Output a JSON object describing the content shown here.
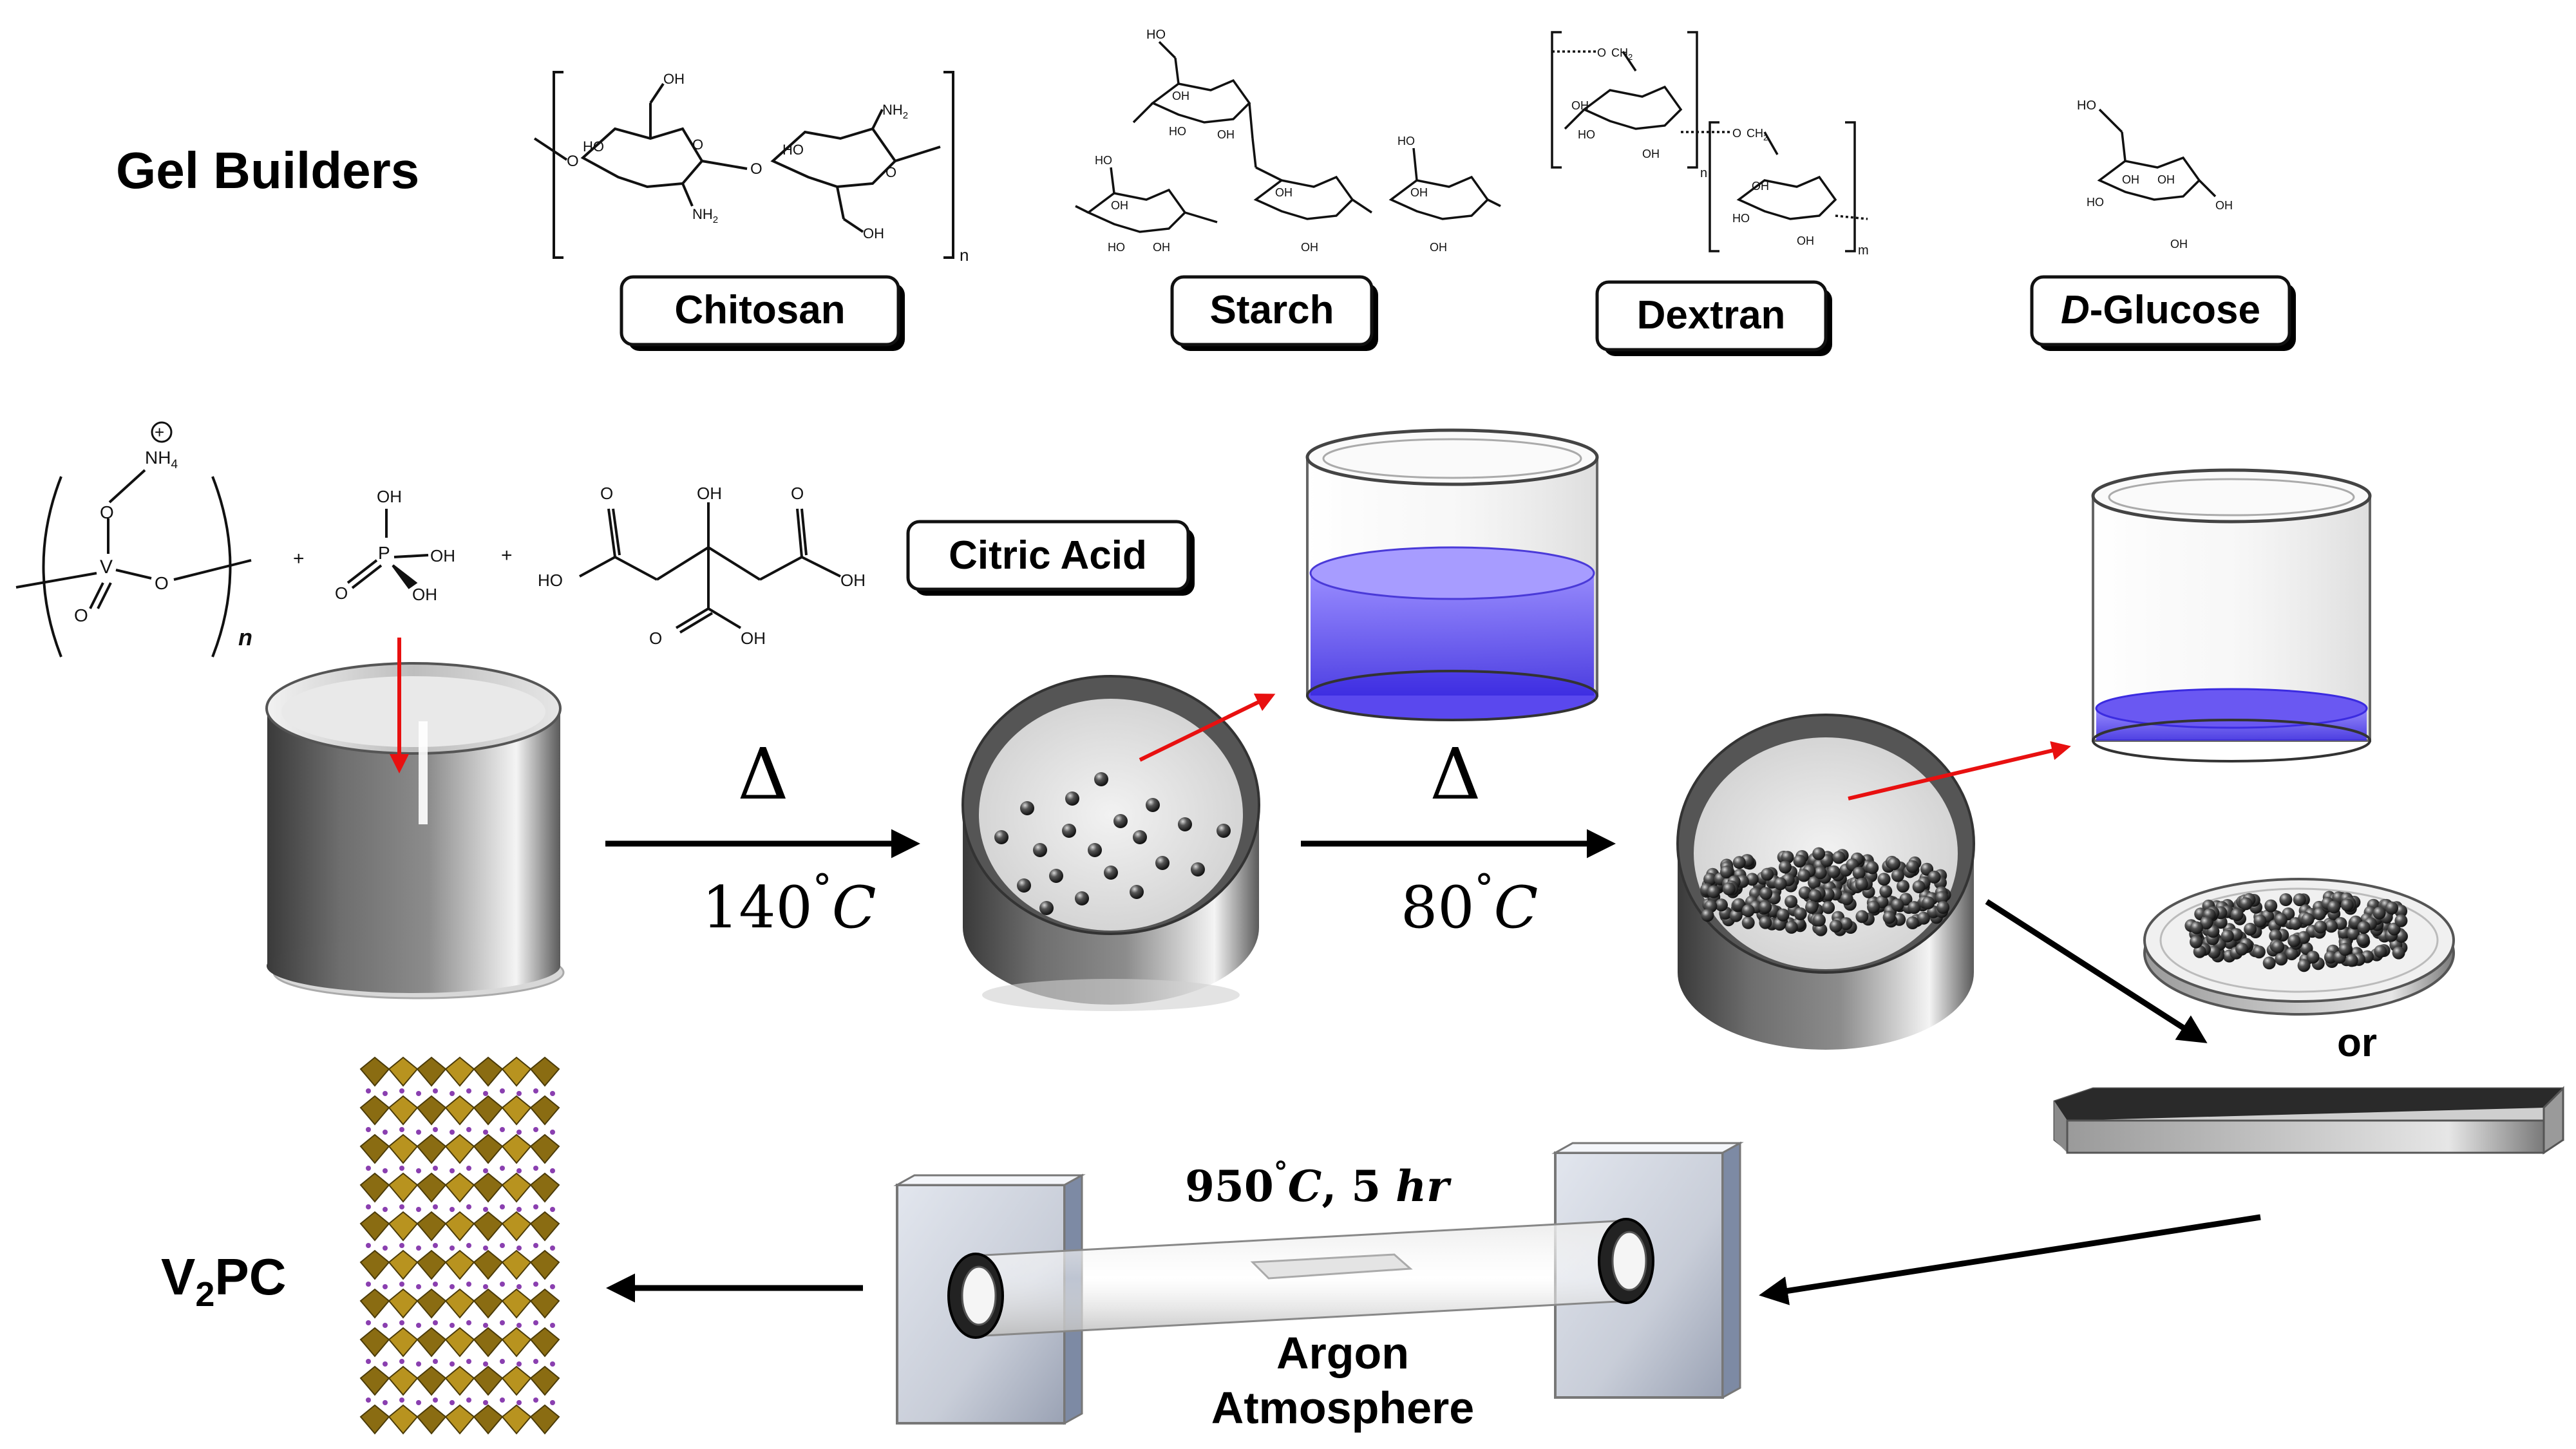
{
  "header": {
    "title": "Gel Builders"
  },
  "gel_builders": [
    {
      "label": "Chitosan"
    },
    {
      "label": "Starch"
    },
    {
      "label": "Dextran"
    },
    {
      "label_italic": "D",
      "label_rest": "-Glucose"
    }
  ],
  "chem_labels": {
    "ho": "HO",
    "oh": "OH",
    "nh2": "NH",
    "nh2_sub": "2",
    "o": "O",
    "v": "V",
    "p": "P",
    "nh4": "NH",
    "nh4_sub": "4",
    "plus": "+",
    "n": "n",
    "m": "m",
    "ch2": "CH",
    "ch2_sub": "2"
  },
  "precursor": {
    "label": "Citric Acid"
  },
  "step1": {
    "symbol": "Δ",
    "temp_num": "140",
    "deg": "°",
    "unit": "C"
  },
  "step2": {
    "symbol": "Δ",
    "temp_num": "80",
    "deg": "°",
    "unit": "C"
  },
  "alt": {
    "text": "or"
  },
  "furnace": {
    "temp_num": "950",
    "deg": "°",
    "unit": "C",
    "sep": ", 5 ",
    "time_unit": "hr",
    "gas_line1": "Argon",
    "gas_line2": "Atmosphere"
  },
  "product": {
    "main": "V",
    "sub": "2",
    "rest": "PC"
  },
  "colors": {
    "liquid": "#6a58f2",
    "arrow_red": "#e81010",
    "crystal": "#9a7a18",
    "atom": "#8a3fb0"
  }
}
